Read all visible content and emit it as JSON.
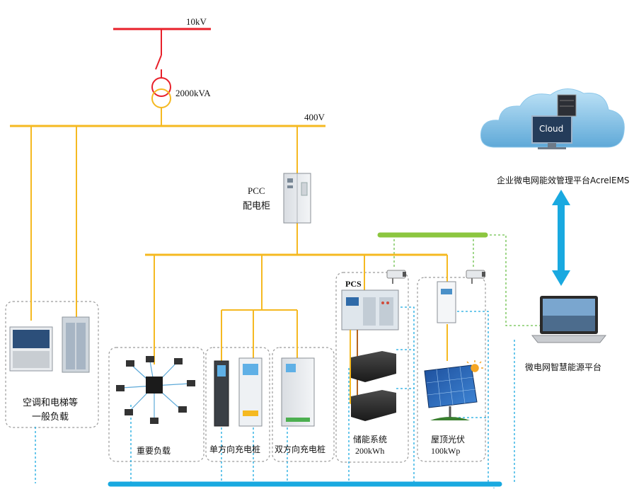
{
  "labels": {
    "hv_voltage": "10kV",
    "transformer": "2000kVA",
    "lv_voltage": "400V",
    "pcc_line1": "PCC",
    "pcc_line2": "配电柜",
    "cloud": "Cloud",
    "platform_cloud": "企业微电网能效管理平台AcrelEMS",
    "platform_local": "微电网智慧能源平台",
    "pcs": "PCS",
    "general_load_line1": "空调和电梯等",
    "general_load_line2": "一般负载",
    "critical_load": "重要负载",
    "uni_charger": "单方向充电桩",
    "bi_charger": "双方向充电桩",
    "storage_line1": "储能系统",
    "storage_line2": "200kWh",
    "pv_line1": "屋顶光伏",
    "pv_line2": "100kWp"
  },
  "colors": {
    "hv_bus": "#e8202a",
    "lv_bus": "#f5b921",
    "comm_bus": "#19a9e0",
    "green_bus": "#8cc63f",
    "dashed_green": "#6cc04a",
    "dashed_blue": "#19a9e0",
    "box_border": "#999999",
    "dc_link": "#b5651d"
  }
}
